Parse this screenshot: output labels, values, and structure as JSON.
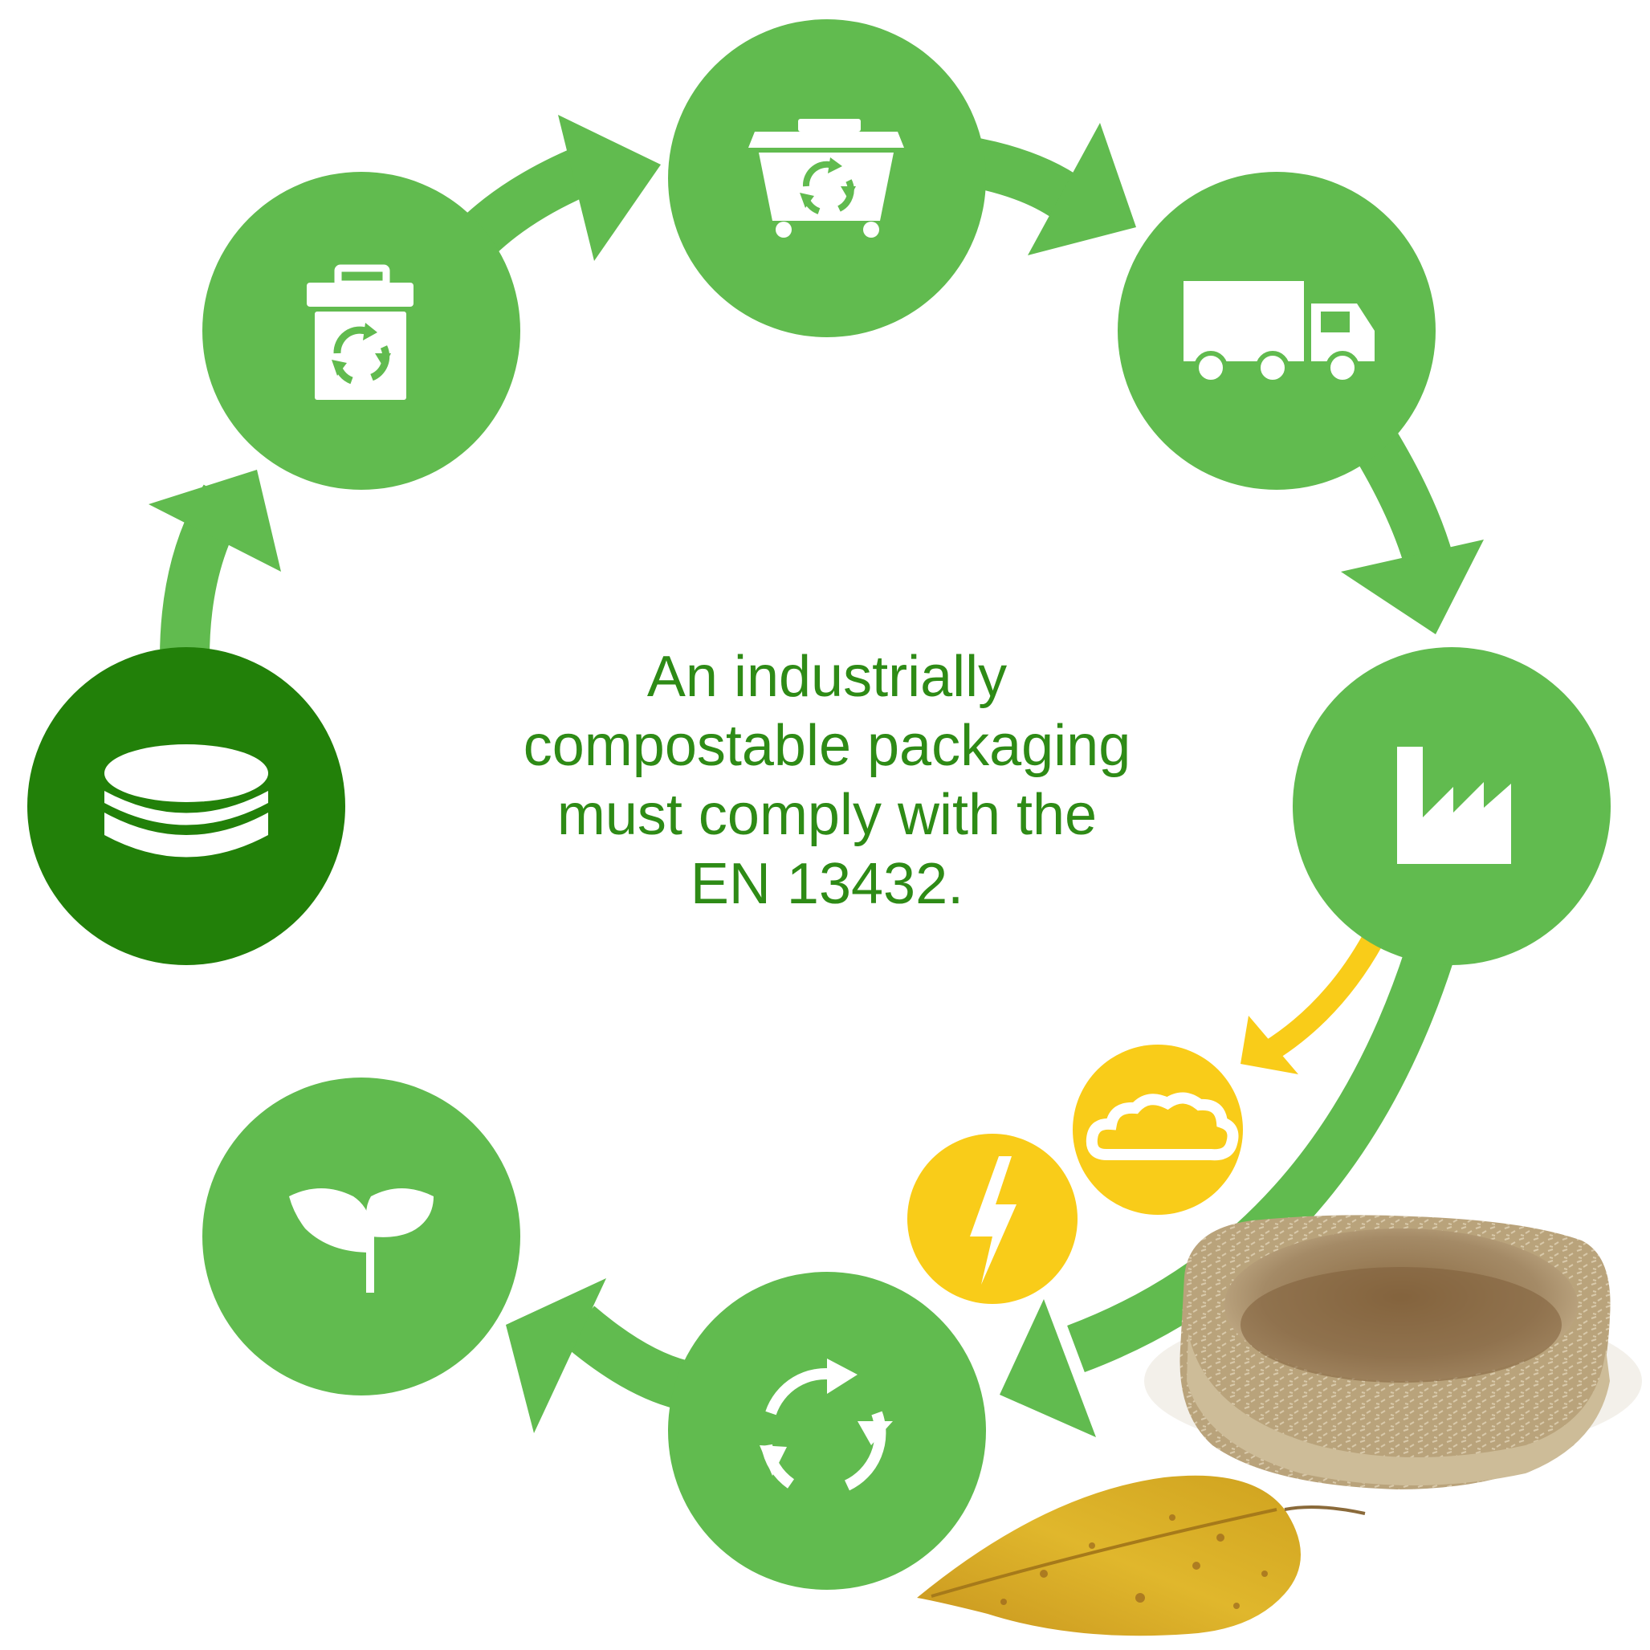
{
  "colors": {
    "green": "#61bb4f",
    "dark_green": "#228009",
    "yellow": "#f9cc19",
    "icon": "#ffffff",
    "text": "#2e8b16"
  },
  "center_text": {
    "lines": [
      "An industrially",
      "compostable packaging",
      "must comply with the",
      "EN 13432."
    ]
  },
  "steps": [
    {
      "id": "packaging",
      "icon": "packaging-disc-icon",
      "color": "dark_green"
    },
    {
      "id": "bin",
      "icon": "recycling-bin-icon",
      "color": "green"
    },
    {
      "id": "container",
      "icon": "recycling-container-icon",
      "color": "green"
    },
    {
      "id": "transport",
      "icon": "truck-icon",
      "color": "green"
    },
    {
      "id": "composting-plant",
      "icon": "factory-icon",
      "color": "green"
    },
    {
      "id": "compost",
      "icon": "recycle-arrows-icon",
      "color": "green"
    },
    {
      "id": "plant-growth",
      "icon": "sprout-icon",
      "color": "green"
    }
  ],
  "byproducts": [
    {
      "id": "biogas",
      "icon": "cloud-icon",
      "color": "yellow"
    },
    {
      "id": "energy",
      "icon": "lightning-icon",
      "color": "yellow"
    }
  ],
  "photo": {
    "icon": "compostable-tray-with-leaf-image"
  }
}
